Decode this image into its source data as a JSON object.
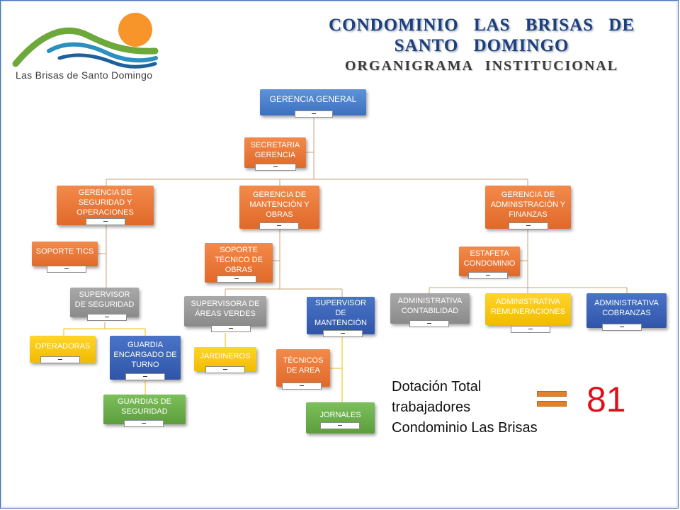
{
  "header": {
    "logo_text": "Las Brisas de Santo Domingo",
    "title_line1": "CONDOMINIO LAS BRISAS DE",
    "title_line2": "SANTO DOMINGO",
    "subtitle": "ORGANIGRAMA INSTITUCIONAL"
  },
  "org": {
    "gerencia_general": "GERENCIA GENERAL",
    "secretaria": "SECRETARIA GERENCIA",
    "gerencia_seguridad": "GERENCIA DE SEGURIDAD Y OPERACIONES",
    "gerencia_mantencion": "GERENCIA DE MANTENCIÓN Y OBRAS",
    "gerencia_administracion": "GERENCIA DE ADMINISTRACIÓN Y FINANZAS",
    "soporte_tics": "SOPORTE TICS",
    "supervisor_seguridad": "SUPERVISOR DE SEGURIDAD",
    "operadoras": "OPERADORAS",
    "guardia_encargado": "GUARDIA ENCARGADO DE TURNO",
    "guardias_seguridad": "GUARDIAS DE SEGURIDAD",
    "soporte_tecnico": "SOPORTE TÉCNICO DE OBRAS",
    "supervisora_areas": "SUPERVISORA DE ÁREAS VERDES",
    "jardineros": "JARDINEROS",
    "supervisor_mantencion": "SUPERVISOR DE MANTENCIÓN",
    "tecnicos_area": "TÉCNICOS DE AREA",
    "jornales": "JORNALES",
    "estafeta": "ESTAFETA CONDOMINIO",
    "adm_contabilidad": "ADMINISTRATIVA CONTABILIDAD",
    "adm_remuneraciones": "ADMINISTRATIVA REMUNERACIONES",
    "adm_cobranzas": "ADMINISTRATIVA COBRANZAS"
  },
  "dotacion": {
    "line1": "Dotación Total",
    "line2": "trabajadores",
    "line3": "Condominio Las Brisas",
    "total": "81"
  },
  "colors": {
    "blue": "#4a7fcc",
    "orange": "#ea7a3a",
    "gray": "#9a9a9a",
    "yellow": "#f7c710",
    "green": "#6aae49",
    "title": "#1f3f7a",
    "total": "#e0101a"
  }
}
